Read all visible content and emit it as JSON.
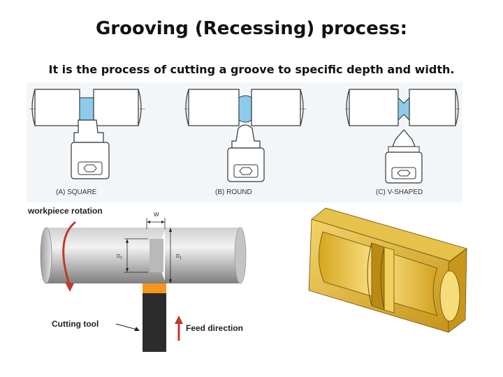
{
  "slide": {
    "title": "Grooving (Recessing) process:",
    "subtitle": "It is the process of cutting a groove to specific depth and width."
  },
  "figures": {
    "groove_types": [
      {
        "caption": "(A)  SQUARE"
      },
      {
        "caption": "(B)  ROUND"
      },
      {
        "caption": "(C)  V-SHAPED"
      }
    ],
    "process_diagram": {
      "rotation_label": "workpiece rotation",
      "width_label": "W",
      "d2_label": "D",
      "d2_sub": "2",
      "d1_label": "D",
      "d1_sub": "1",
      "tool_label": "Cutting tool",
      "feed_label": "Feed direction"
    }
  },
  "colors": {
    "groove_blue": "#8ecbea",
    "panel_bg": "#f3f6f8",
    "tool_orange": "#f7941d",
    "brass": "#e0b531",
    "arrow_red": "#c0392b"
  }
}
